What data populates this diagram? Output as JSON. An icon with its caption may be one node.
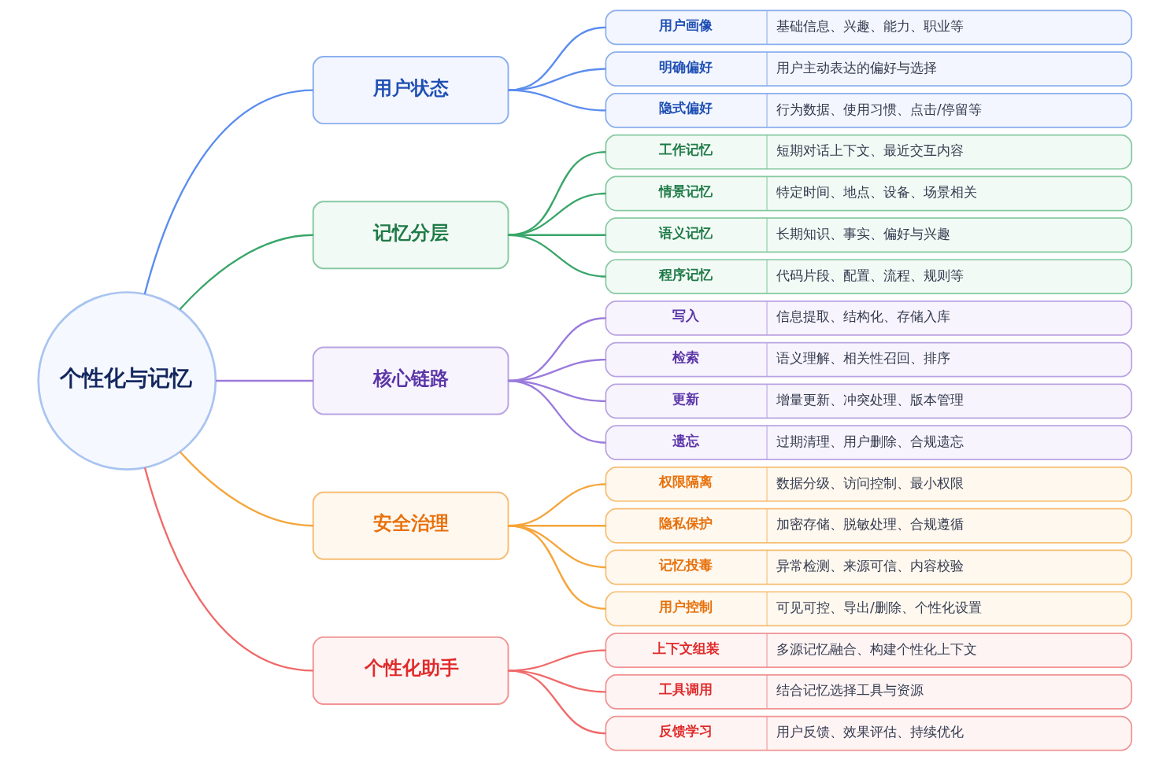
{
  "diagram": {
    "nodes": [
      {
        "text": [
          "个性化与记忆"
        ]
      },
      {
        "text": [
          "用户状态"
        ]
      },
      {
        "text": [
          "用户画像",
          "基础信息、兴趣、能力、职业等"
        ]
      },
      {
        "text": [
          "明确偏好",
          "用户主动表达的偏好与选择"
        ]
      },
      {
        "text": [
          "隐式偏好",
          "行为数据、使用习惯、点击/停留等"
        ]
      },
      {
        "text": [
          "记忆分层"
        ]
      },
      {
        "text": [
          "工作记忆",
          "短期对话上下文、最近交互内容"
        ]
      },
      {
        "text": [
          "情景记忆",
          "特定时间、地点、设备、场景相关"
        ]
      },
      {
        "text": [
          "语义记忆",
          "长期知识、事实、偏好与兴趣"
        ]
      },
      {
        "text": [
          "程序记忆",
          "代码片段、配置、流程、规则等"
        ]
      },
      {
        "text": [
          "核心链路"
        ]
      },
      {
        "text": [
          "写入",
          "信息提取、结构化、存储入库"
        ]
      },
      {
        "text": [
          "检索",
          "语义理解、相关性召回、排序"
        ]
      },
      {
        "text": [
          "更新",
          "增量更新、冲突处理、版本管理"
        ]
      },
      {
        "text": [
          "遗忘",
          "过期清理、用户删除、合规遗忘"
        ]
      },
      {
        "text": [
          "安全治理"
        ]
      },
      {
        "text": [
          "权限隔离",
          "数据分级、访问控制、最小权限"
        ]
      },
      {
        "text": [
          "隐私保护",
          "加密存储、脱敏处理、合规遵循"
        ]
      },
      {
        "text": [
          "记忆投毒",
          "异常检测、来源可信、内容校验"
        ]
      },
      {
        "text": [
          "用户控制",
          "可见可控、导出/删除、个性化设置"
        ]
      },
      {
        "text": [
          "个性化助手"
        ]
      },
      {
        "text": [
          "上下文组装",
          "多源记忆融合、构建个性化上下文"
        ]
      },
      {
        "text": [
          "工具调用",
          "结合记忆选择工具与资源"
        ]
      },
      {
        "text": [
          "反馈学习",
          "用户反馈、效果评估、持续优化"
        ]
      }
    ],
    "edges": [
      {
        "from": 0,
        "to": 1,
        "arrow": "none",
        "color": "#5b8def"
      },
      {
        "from": 1,
        "to": 2,
        "arrow": "none",
        "color": "#5b8def"
      },
      {
        "from": 1,
        "to": 3,
        "arrow": "none",
        "color": "#5b8def"
      },
      {
        "from": 1,
        "to": 4,
        "arrow": "none",
        "color": "#5b8def"
      },
      {
        "from": 0,
        "to": 5,
        "arrow": "none",
        "color": "#3aa66a"
      },
      {
        "from": 5,
        "to": 6,
        "arrow": "none",
        "color": "#3aa66a"
      },
      {
        "from": 5,
        "to": 7,
        "arrow": "none",
        "color": "#3aa66a"
      },
      {
        "from": 5,
        "to": 8,
        "arrow": "none",
        "color": "#3aa66a"
      },
      {
        "from": 5,
        "to": 9,
        "arrow": "none",
        "color": "#3aa66a"
      },
      {
        "from": 0,
        "to": 10,
        "arrow": "none",
        "color": "#9a7bdc"
      },
      {
        "from": 10,
        "to": 11,
        "arrow": "none",
        "color": "#9a7bdc"
      },
      {
        "from": 10,
        "to": 12,
        "arrow": "none",
        "color": "#9a7bdc"
      },
      {
        "from": 10,
        "to": 13,
        "arrow": "none",
        "color": "#9a7bdc"
      },
      {
        "from": 10,
        "to": 14,
        "arrow": "none",
        "color": "#9a7bdc"
      },
      {
        "from": 0,
        "to": 15,
        "arrow": "none",
        "color": "#f5a53a"
      },
      {
        "from": 15,
        "to": 16,
        "arrow": "none",
        "color": "#f5a53a"
      },
      {
        "from": 15,
        "to": 17,
        "arrow": "none",
        "color": "#f5a53a"
      },
      {
        "from": 15,
        "to": 18,
        "arrow": "none",
        "color": "#f5a53a"
      },
      {
        "from": 15,
        "to": 19,
        "arrow": "none",
        "color": "#f5a53a"
      },
      {
        "from": 0,
        "to": 20,
        "arrow": "none",
        "color": "#f06a6a"
      },
      {
        "from": 20,
        "to": 21,
        "arrow": "none",
        "color": "#f06a6a"
      },
      {
        "from": 20,
        "to": 22,
        "arrow": "none",
        "color": "#f06a6a"
      },
      {
        "from": 20,
        "to": 23,
        "arrow": "none",
        "color": "#f06a6a"
      }
    ]
  }
}
